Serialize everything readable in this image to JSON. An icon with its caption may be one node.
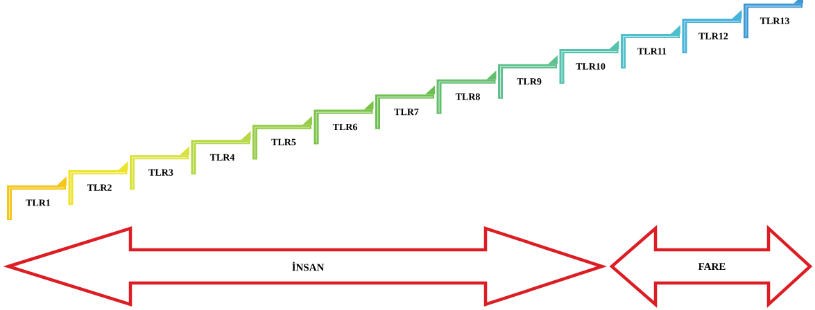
{
  "diagram": {
    "nodes": [
      {
        "text": [
          "TLR1"
        ]
      },
      {
        "text": [
          "TLR2"
        ]
      },
      {
        "text": [
          "TLR3"
        ]
      },
      {
        "text": [
          "TLR4"
        ]
      },
      {
        "text": [
          "TLR5"
        ]
      },
      {
        "text": [
          "TLR6"
        ]
      },
      {
        "text": [
          "TLR7"
        ]
      },
      {
        "text": [
          "TLR8"
        ]
      },
      {
        "text": [
          "TLR9"
        ]
      },
      {
        "text": [
          "TLR10"
        ]
      },
      {
        "text": [
          "TLR11"
        ]
      },
      {
        "text": [
          "TLR12"
        ]
      },
      {
        "text": [
          "TLR13"
        ]
      },
      {
        "text": [
          "İNSAN"
        ]
      },
      {
        "text": [
          "FARE"
        ]
      }
    ]
  }
}
